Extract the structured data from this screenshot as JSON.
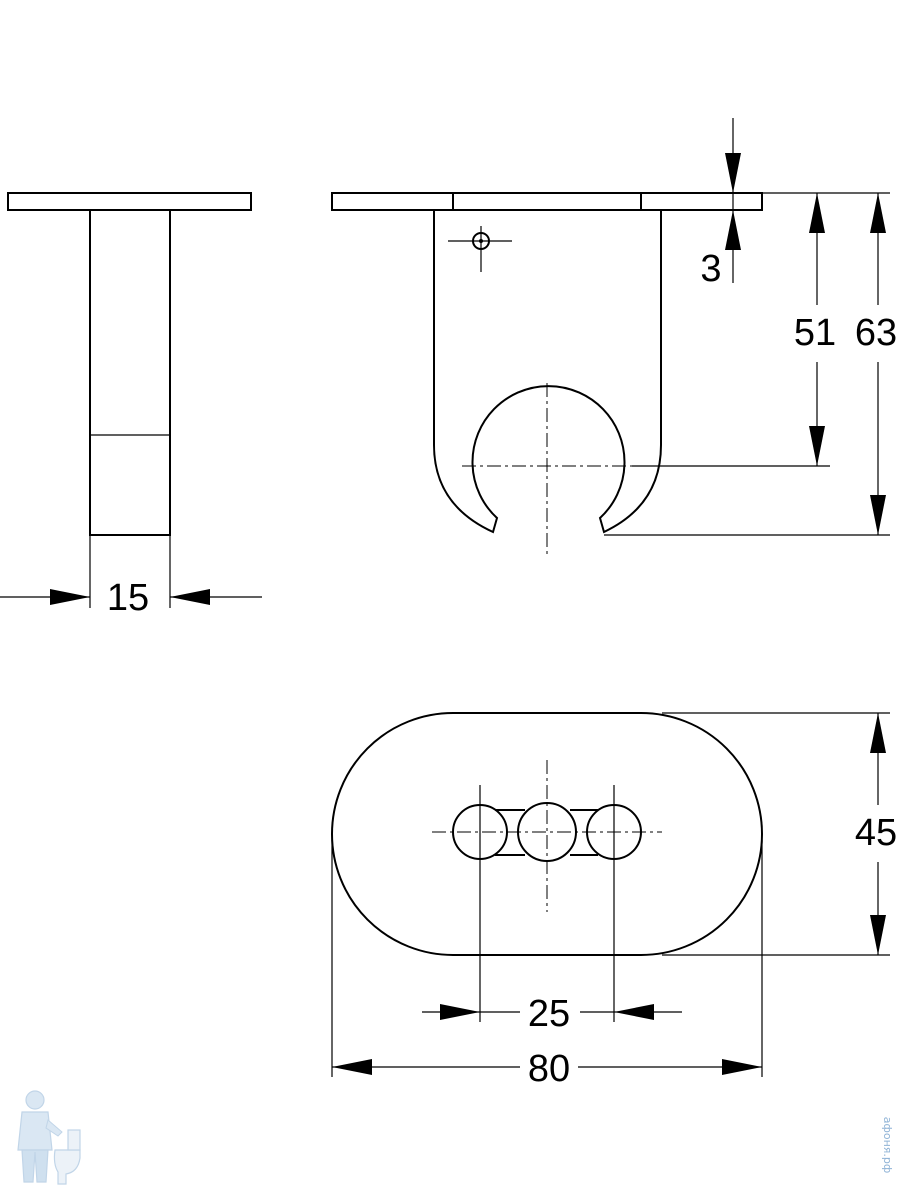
{
  "dimensions": {
    "width_side": "15",
    "thickness": "3",
    "height_center": "51",
    "height_total": "63",
    "depth": "45",
    "hole_spacing": "25",
    "width_total": "80"
  },
  "watermark": {
    "text": "афоня.рф",
    "mascot_icon": "plumber-mascot-icon",
    "color": "#8fb3d6"
  }
}
